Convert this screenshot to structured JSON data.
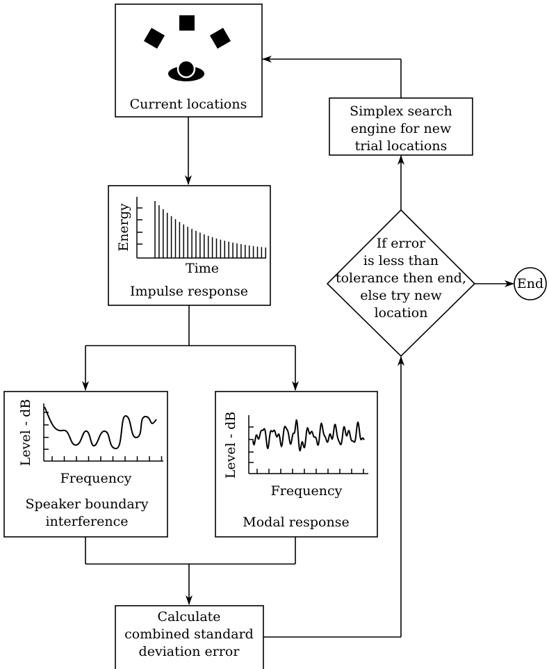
{
  "nodes": {
    "current_locations": {
      "label": "Current locations"
    },
    "impulse_response": {
      "label": "Impulse response",
      "y_axis": "Energy",
      "x_axis": "Time"
    },
    "speaker_boundary": {
      "label_line1": "Speaker boundary",
      "label_line2": "interference",
      "y_axis": "Level - dB",
      "x_axis": "Frequency"
    },
    "modal_response": {
      "label": "Modal response",
      "y_axis": "Level - dB",
      "x_axis": "Frequency"
    },
    "calculate": {
      "line1": "Calculate",
      "line2": "combined standard",
      "line3": "deviation error"
    },
    "decision": {
      "line1": "If error",
      "line2": "is less than",
      "line3": "tolerance then end,",
      "line4": "else try new",
      "line5": "location"
    },
    "simplex": {
      "line1": "Simplex search",
      "line2": "engine for new",
      "line3": "trial locations"
    },
    "end": {
      "label": "End"
    }
  }
}
